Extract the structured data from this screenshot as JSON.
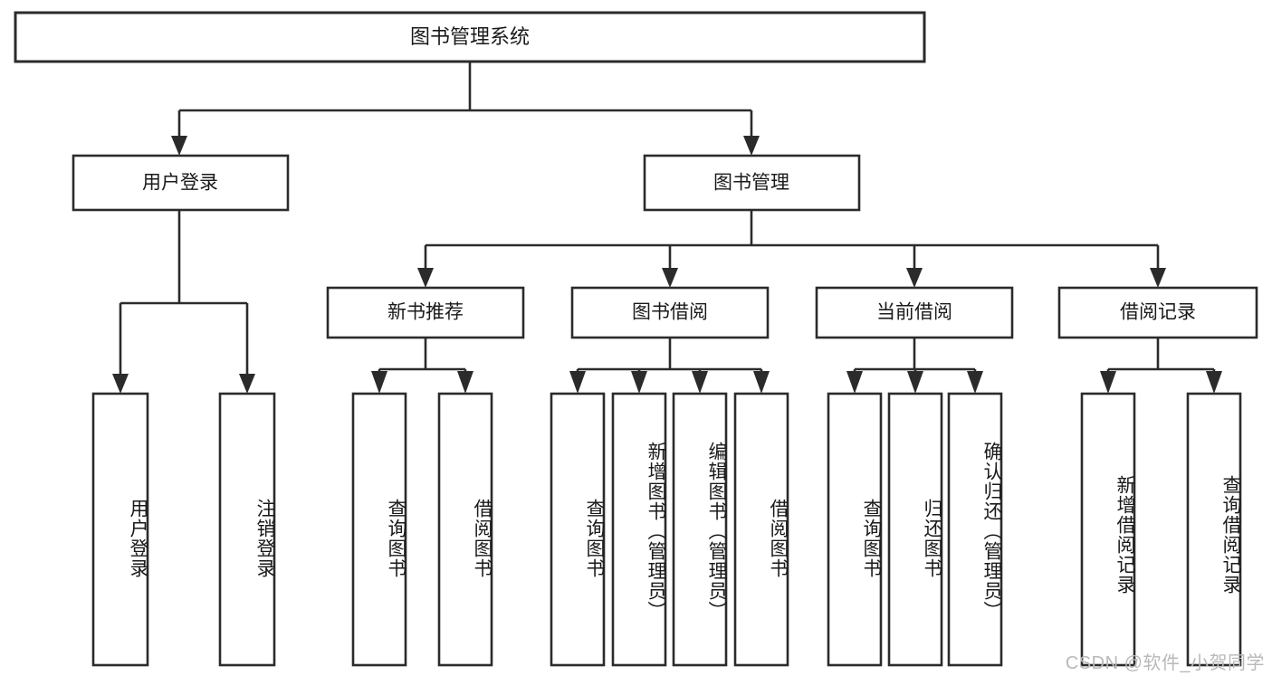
{
  "diagram": {
    "title": "图书管理系统",
    "type": "tree",
    "watermark": "CSDN @软件_小贺同学",
    "colors": {
      "stroke": "#2b2b2b",
      "fill": "#ffffff",
      "text": "#1a1a1a",
      "watermark": "#b9b9b9",
      "background": "#ffffff"
    },
    "root": {
      "label": "图书管理系统"
    },
    "level1": [
      {
        "label": "用户登录"
      },
      {
        "label": "图书管理"
      }
    ],
    "level2": [
      {
        "label": "新书推荐"
      },
      {
        "label": "图书借阅"
      },
      {
        "label": "当前借阅"
      },
      {
        "label": "借阅记录"
      }
    ],
    "leaves": {
      "user_login": [
        {
          "label": "用户登录"
        },
        {
          "label": "注销登录"
        }
      ],
      "new_book_recommend": [
        {
          "label": "查询图书"
        },
        {
          "label": "借阅图书"
        }
      ],
      "book_borrow": [
        {
          "label": "查询图书"
        },
        {
          "label": "新增图书（管理员）"
        },
        {
          "label": "编辑图书（管理员）"
        },
        {
          "label": "借阅图书"
        }
      ],
      "current_borrow": [
        {
          "label": "查询图书"
        },
        {
          "label": "归还图书"
        },
        {
          "label": "确认归还（管理员）"
        }
      ],
      "borrow_record": [
        {
          "label": "新增借阅记录"
        },
        {
          "label": "查询借阅记录"
        }
      ]
    }
  }
}
